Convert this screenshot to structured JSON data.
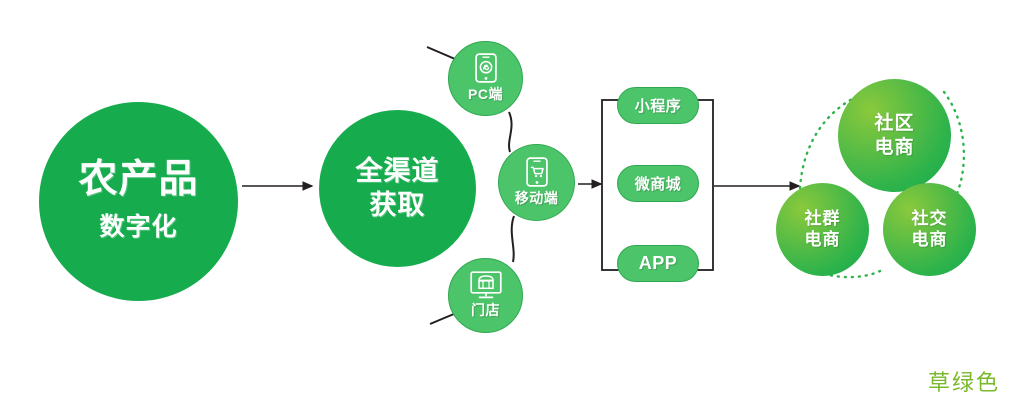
{
  "diagram": {
    "title_nodes": {
      "agri": {
        "line1": "农产品",
        "line2": "数字化"
      },
      "omni": {
        "line1": "全渠道",
        "line2": "获取"
      }
    },
    "channels": [
      {
        "id": "pc",
        "label": "PC端",
        "icon": "phone-miniprogram-icon"
      },
      {
        "id": "mob",
        "label": "移动端",
        "icon": "phone-cart-icon"
      },
      {
        "id": "shop",
        "label": "门店",
        "icon": "monitor-storefront-icon"
      }
    ],
    "platforms": [
      {
        "id": "mini",
        "label": "小程序"
      },
      {
        "id": "mall",
        "label": "微商城"
      },
      {
        "id": "app",
        "label": "APP"
      }
    ],
    "outcomes": [
      {
        "id": "community",
        "line1": "社区",
        "line2": "电商"
      },
      {
        "id": "group",
        "line1": "社群",
        "line2": "电商"
      },
      {
        "id": "social",
        "line1": "社交",
        "line2": "电商"
      }
    ],
    "watermark": "草绿色",
    "colors": {
      "primary_green": "#16ac4e",
      "light_green": "#4cc46a",
      "light_green_border": "#2fa94f",
      "gradient_start": "#8ac93c",
      "gradient_end": "#18a74d",
      "arrow": "#231f20",
      "dotted_arc": "#2cb34b",
      "watermark": "#7ab82c",
      "background": "#ffffff"
    }
  }
}
